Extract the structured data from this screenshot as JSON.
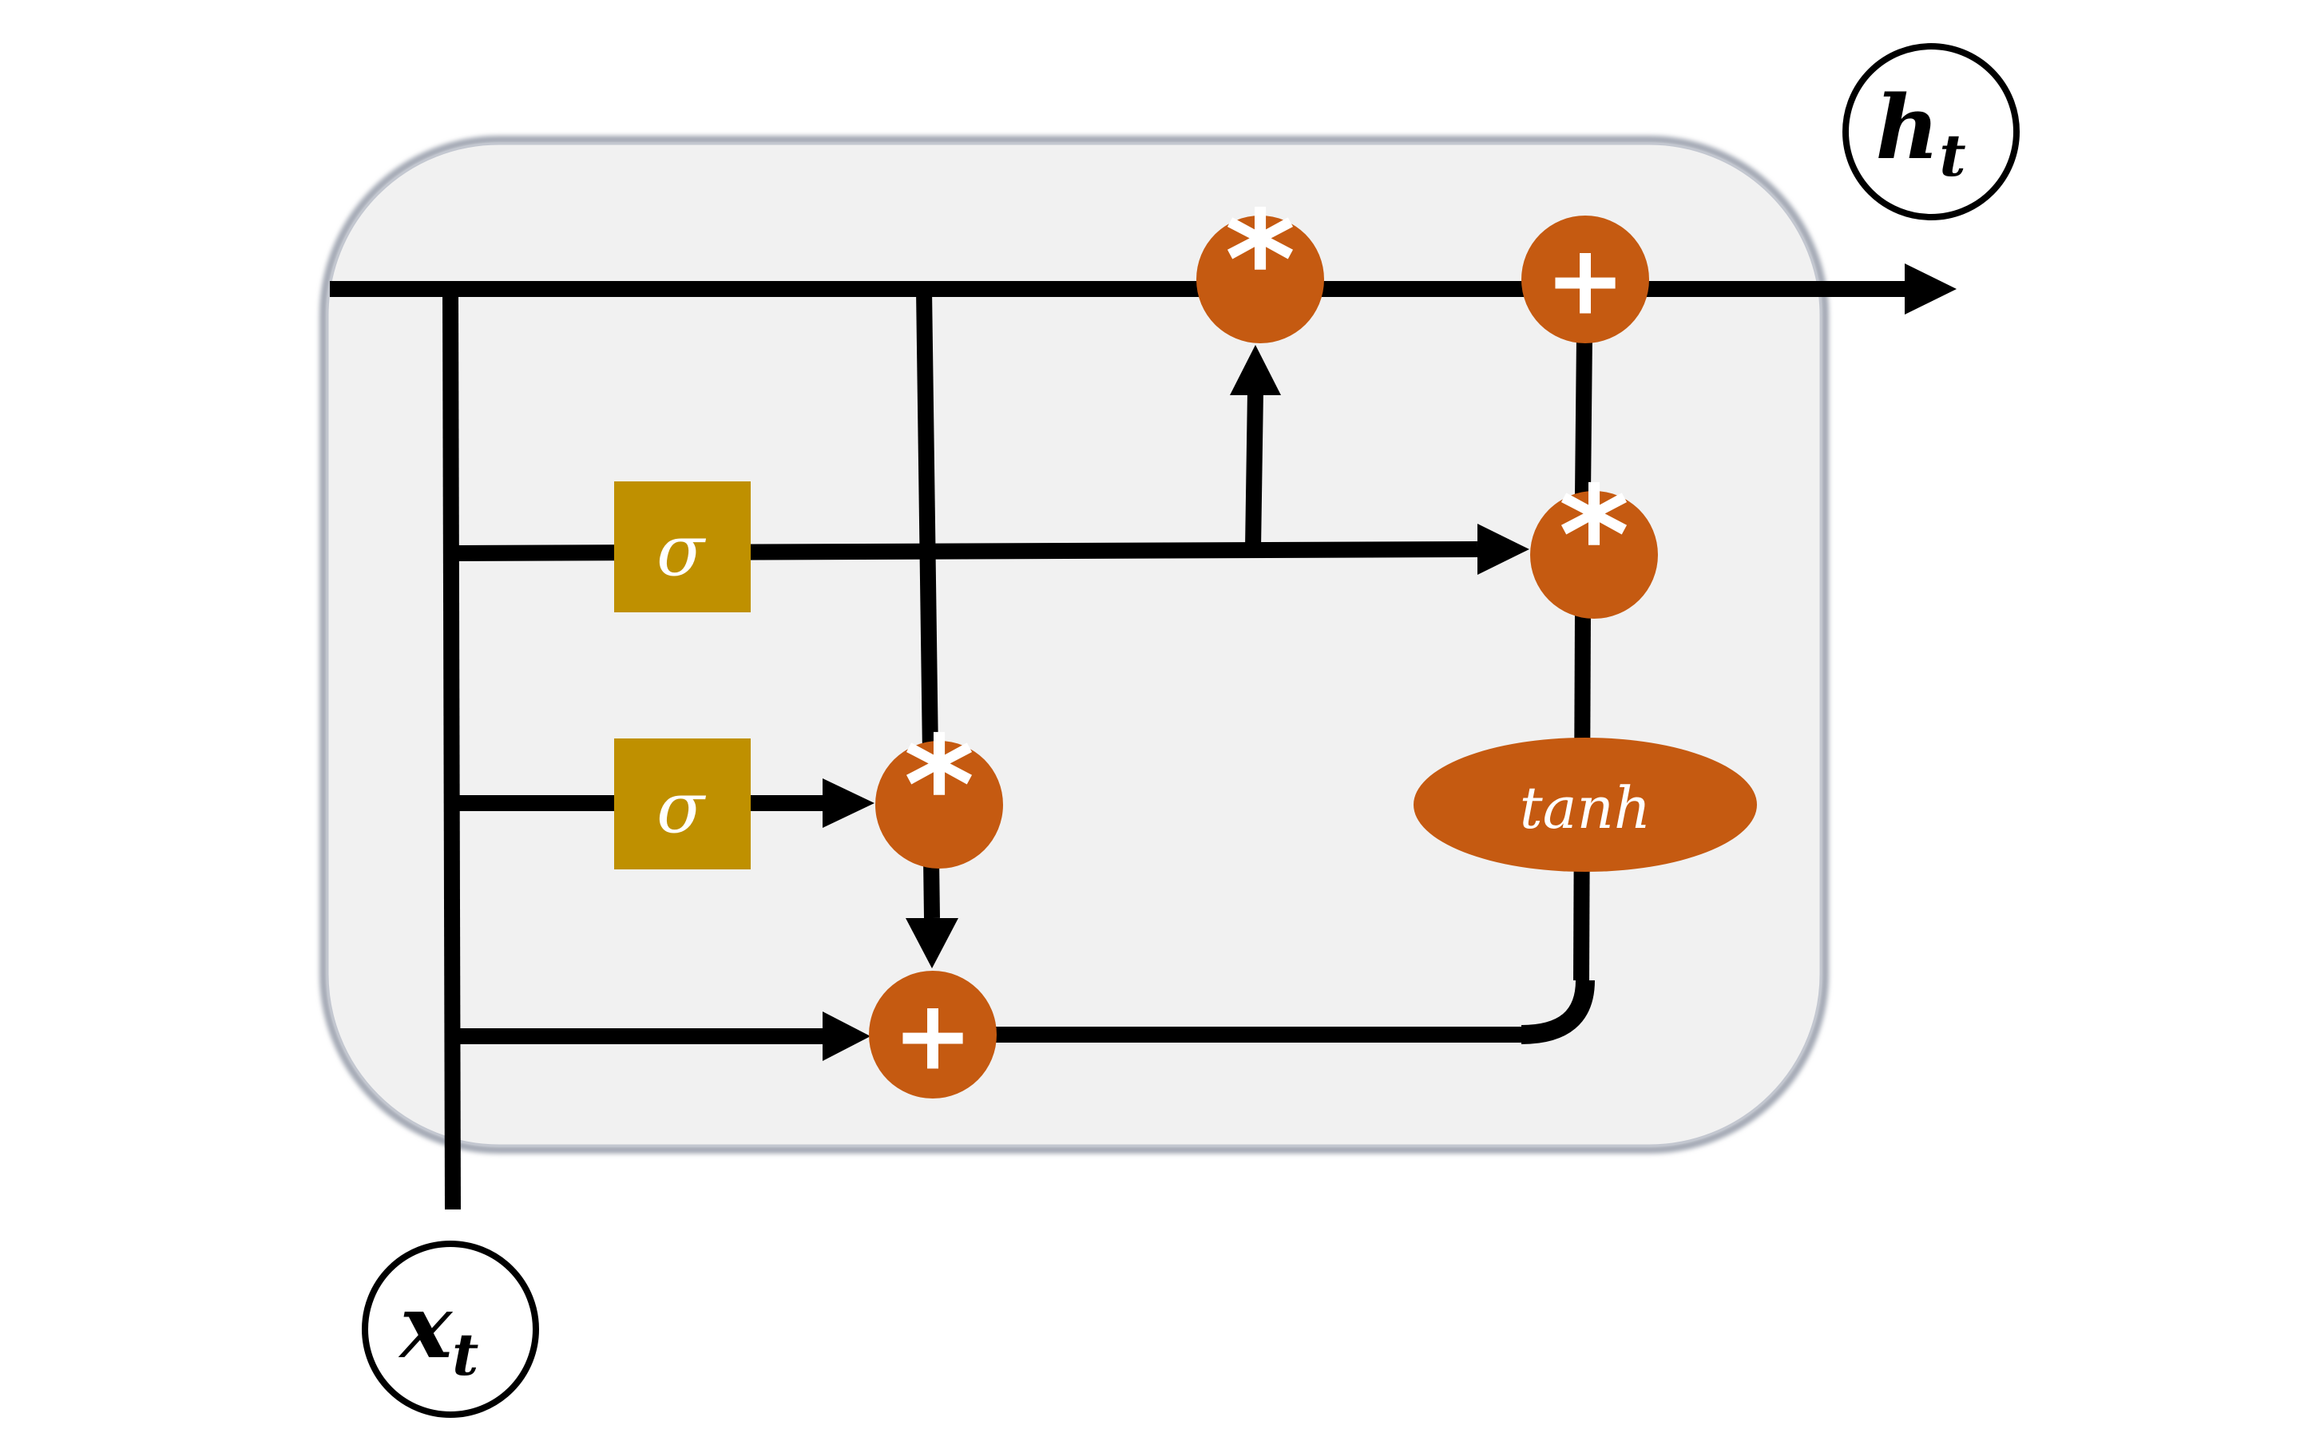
{
  "colors": {
    "background": "#ffffff",
    "cell_fill": "#f1f1f1",
    "cell_border": "#a3a8b4",
    "line": "#000000",
    "operator_fill": "#c55a11",
    "gate_fill": "#bf9000",
    "glyph": "#ffffff"
  },
  "labels": {
    "input": {
      "main": "x",
      "sub": "t"
    },
    "output": {
      "main": "h",
      "sub": "t"
    },
    "gate_forget": "σ",
    "gate_input": "σ",
    "activation": "tanh",
    "op_mul": "*",
    "op_add": "+"
  }
}
